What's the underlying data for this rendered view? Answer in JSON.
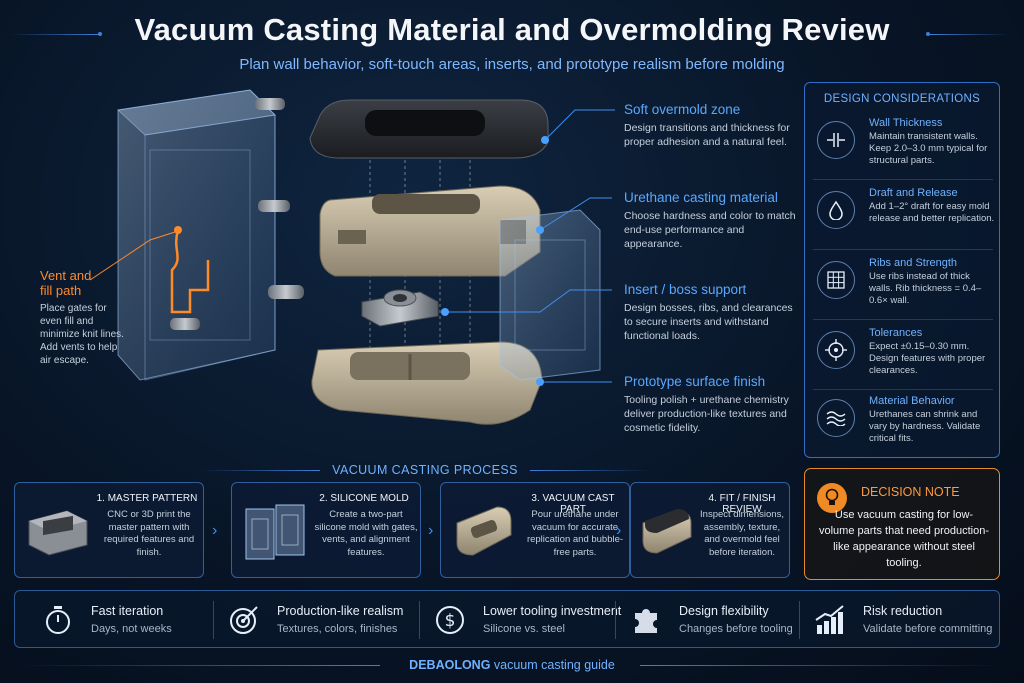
{
  "header": {
    "title": "Vacuum Casting Material and Overmolding Review",
    "subtitle": "Plan wall behavior, soft-touch areas, inserts, and prototype realism before molding"
  },
  "vent": {
    "title_line1": "Vent and",
    "title_line2": "fill path",
    "body": "Place gates for even fill and minimize knit lines. Add vents to help air escape."
  },
  "callouts": [
    {
      "title": "Soft overmold zone",
      "body": "Design transitions and thickness for proper adhesion and a natural feel."
    },
    {
      "title": "Urethane casting material",
      "body": "Choose hardness and color to match end-use performance and appearance."
    },
    {
      "title": "Insert / boss support",
      "body": "Design bosses, ribs, and clearances to secure inserts and withstand functional loads."
    },
    {
      "title": "Prototype surface finish",
      "body": "Tooling polish + urethane chemistry deliver production-like textures and cosmetic fidelity."
    }
  ],
  "design_considerations": {
    "title": "DESIGN CONSIDERATIONS",
    "items": [
      {
        "icon": "wall-thickness-icon",
        "title": "Wall Thickness",
        "body": "Maintain transistent walls. Keep 2.0–3.0 mm typical for structural parts."
      },
      {
        "icon": "drop-icon",
        "title": "Draft and Release",
        "body": "Add 1–2° draft for easy mold release and better replication."
      },
      {
        "icon": "grid-icon",
        "title": "Ribs and Strength",
        "body": "Use ribs instead of thick walls. Rib thickness = 0.4–0.6× wall."
      },
      {
        "icon": "crosshair-icon",
        "title": "Tolerances",
        "body": "Expect ±0.15–0.30 mm. Design features with proper clearances."
      },
      {
        "icon": "waves-icon",
        "title": "Material Behavior",
        "body": "Urethanes can shrink and vary by hardness. Validate critical fits."
      }
    ]
  },
  "process": {
    "title": "VACUUM CASTING PROCESS",
    "steps": [
      {
        "title": "1. MASTER PATTERN",
        "body": "CNC or 3D print the master pattern with required features and finish."
      },
      {
        "title": "2. SILICONE MOLD",
        "body": "Create a two-part silicone mold with gates, vents, and alignment features."
      },
      {
        "title": "3. VACUUM CAST PART",
        "body": "Pour urethane under vacuum for accurate replication and bubble-free parts."
      },
      {
        "title": "4. FIT / FINISH REVIEW",
        "body": "Inspect dimensions, assembly, texture, and overmold feel before iteration."
      }
    ]
  },
  "decision": {
    "title": "DECISION NOTE",
    "body": "Use vacuum casting for low-volume parts that need production-like appearance without steel tooling."
  },
  "benefits": [
    {
      "icon": "stopwatch-icon",
      "title": "Fast iteration",
      "body": "Days, not weeks"
    },
    {
      "icon": "target-icon",
      "title": "Production-like realism",
      "body": "Textures, colors, finishes"
    },
    {
      "icon": "dollar-icon",
      "title": "Lower tooling investment",
      "body": "Silicone vs. steel"
    },
    {
      "icon": "puzzle-icon",
      "title": "Design flexibility",
      "body": "Changes before tooling"
    },
    {
      "icon": "chart-up-icon",
      "title": "Risk reduction",
      "body": "Validate before committing"
    }
  ],
  "footer": {
    "brand": "DEBAOLONG",
    "text": " vacuum casting guide"
  },
  "colors": {
    "accent_blue": "#59a8ff",
    "accent_orange": "#ff8a2a",
    "panel_border": "#2f6fc4"
  }
}
